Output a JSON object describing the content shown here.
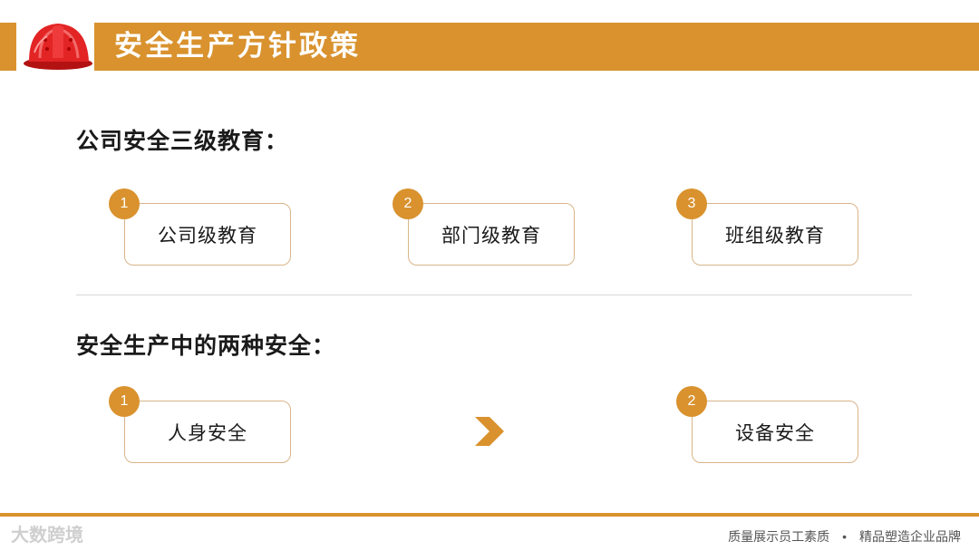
{
  "header": {
    "title": "安全生产方针政策",
    "icon": "helmet-icon"
  },
  "section1": {
    "title": "公司安全三级教育：",
    "cards": [
      {
        "number": "1",
        "label": "公司级教育"
      },
      {
        "number": "2",
        "label": "部门级教育"
      },
      {
        "number": "3",
        "label": "班组级教育"
      }
    ]
  },
  "section2": {
    "title": "安全生产中的两种安全：",
    "cards": [
      {
        "number": "1",
        "label": "人身安全"
      },
      {
        "number": "2",
        "label": "设备安全"
      }
    ]
  },
  "footer": {
    "left": "质量展示员工素质",
    "separator": "•",
    "right": "精品塑造企业品牌"
  },
  "watermark": "大数跨境",
  "colors": {
    "accent": "#d9922e",
    "card_border": "#d9b58a"
  }
}
